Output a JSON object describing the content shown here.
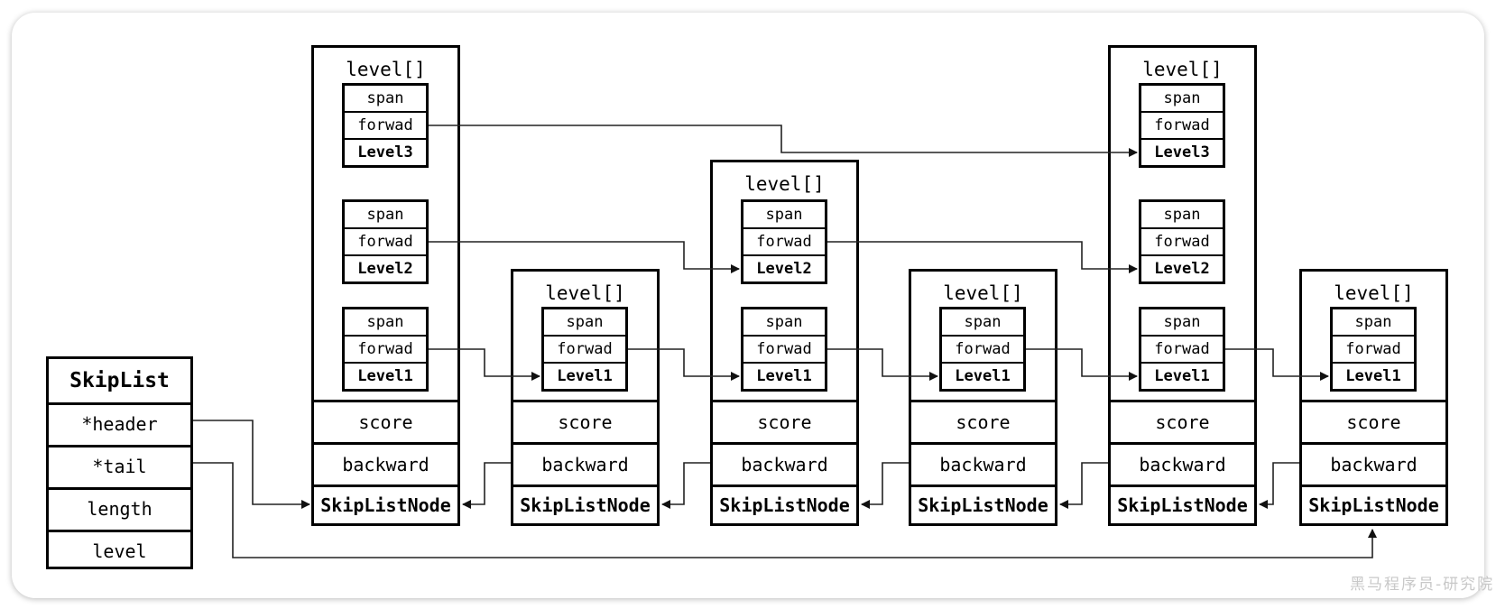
{
  "skiplist": {
    "title": "SkipList",
    "fields": [
      "*header",
      "*tail",
      "length",
      "level"
    ]
  },
  "labels": {
    "level_array": "level[]",
    "span": "span",
    "forwad": "forwad",
    "score": "score",
    "backward": "backward",
    "node_type": "SkipListNode"
  },
  "nodes": [
    {
      "title": "level[]",
      "levels": [
        "Level3",
        "Level2",
        "Level1"
      ]
    },
    {
      "title": "level[]",
      "levels": [
        "Level1"
      ]
    },
    {
      "title": "level[]",
      "levels": [
        "Level2",
        "Level1"
      ]
    },
    {
      "title": "level[]",
      "levels": [
        "Level1"
      ]
    },
    {
      "title": "level[]",
      "levels": [
        "Level3",
        "Level2",
        "Level1"
      ]
    },
    {
      "title": "level[]",
      "levels": [
        "Level1"
      ]
    }
  ],
  "watermark": "黑马程序员-研究院",
  "colors": {
    "box_border": "#000000",
    "connector": "#222222",
    "watermark": "#c8c8c8",
    "background": "#ffffff"
  }
}
